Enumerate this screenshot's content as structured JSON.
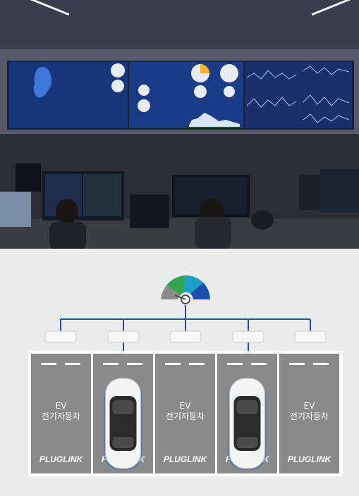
{
  "photo": {
    "description_icon": "control-room-photo"
  },
  "diagram": {
    "colors": {
      "background": "#ececec",
      "bay": "#8a8a8a",
      "line": "#1e4fb0",
      "gauge_gray": "#8c8c8c",
      "gauge_green": "#2fa84f",
      "gauge_teal": "#1ba0c8",
      "gauge_blue": "#1d4fae"
    },
    "bays": [
      {
        "label_line1": "EV",
        "label_line2": "전기자동차",
        "brand": "PLUGLINK",
        "occupied": false
      },
      {
        "label_line1": "",
        "label_line2": "",
        "brand": "PLUGLINK",
        "occupied": true
      },
      {
        "label_line1": "EV",
        "label_line2": "전기자동차",
        "brand": "PLUGLINK",
        "occupied": false
      },
      {
        "label_line1": "",
        "label_line2": "",
        "brand": "PLUGLINK",
        "occupied": true
      },
      {
        "label_line1": "EV",
        "label_line2": "전기자동차",
        "brand": "PLUGLINK",
        "occupied": false
      }
    ]
  }
}
